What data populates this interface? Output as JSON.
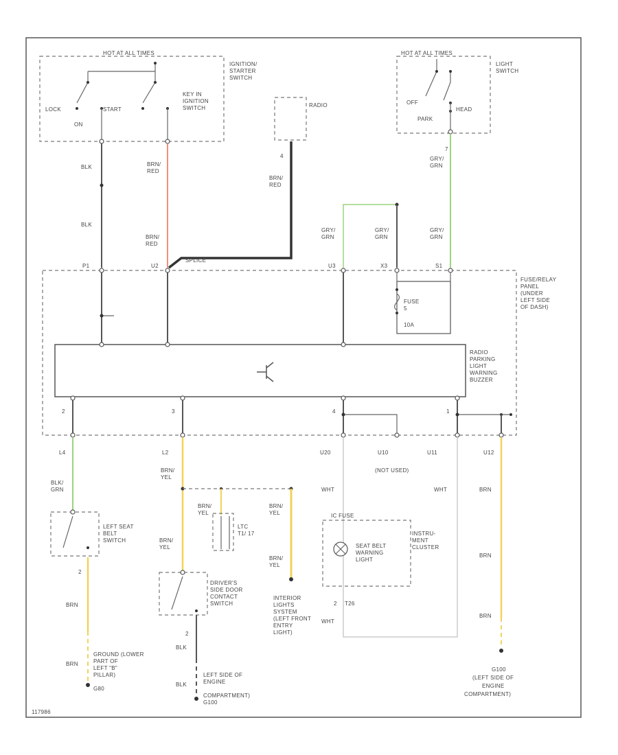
{
  "labels": {
    "hot_all_times_1": "HOT AT ALL TIMES",
    "ignition_switch": [
      "IGNITION/",
      "STARTER",
      "SWITCH"
    ],
    "lock": "LOCK",
    "on": "ON",
    "start": "START",
    "key_in_switch": [
      "KEY IN",
      "IGNITION",
      "SWITCH"
    ],
    "radio": "RADIO",
    "hot_all_times_2": "HOT AT ALL TIMES",
    "light_switch": [
      "LIGHT",
      "SWITCH"
    ],
    "off": "OFF",
    "park": "PARK",
    "head": "HEAD",
    "c_blk_1": "BLK",
    "c_blk_2": "BLK",
    "c_brn_red_1": [
      "BRN/",
      "RED"
    ],
    "c_brn_red_2": [
      "BRN/",
      "RED"
    ],
    "c_brn_red_3": [
      "BRN/",
      "RED"
    ],
    "c_gry_grn_1": [
      "GRY/",
      "GRN"
    ],
    "c_gry_grn_2": [
      "GRY/",
      "GRN"
    ],
    "c_gry_grn_3": [
      "GRY/",
      "GRN"
    ],
    "c_gry_grn_4": [
      "GRY/",
      "GRN"
    ],
    "splice": "SPLICE",
    "pin_p1": "P1",
    "pin_u2": "U2",
    "pin_u3": "U3",
    "pin_x": "X3",
    "pin_s": "S1",
    "pin_7": "7",
    "pin_4": "4",
    "fuse": [
      "FUSE",
      "5",
      "10A"
    ],
    "fuse_relay_panel": [
      "FUSE/RELAY",
      "PANEL",
      "(UNDER",
      "LEFT SIDE",
      "OF DASH)"
    ],
    "radio_buzzer": [
      "RADIO",
      "PARKING",
      "LIGHT",
      "WARNING",
      "BUZZER"
    ],
    "out_2": "2",
    "out_3": "3",
    "out_4": "4",
    "out_1": "1",
    "c_l4": "L4",
    "c_l2": "L2",
    "c_u20": "U20",
    "c_u10": "U10",
    "c_u11": "U11",
    "c_u12": "U12",
    "not_used": "(NOT USED)",
    "c_wht_1": "WHT",
    "c_wht_2": "WHT",
    "c_wht_3": "WHT",
    "c_blk_grn": [
      "BLK/",
      "GRN"
    ],
    "c_brn_yel_1": [
      "BRN/",
      "YEL"
    ],
    "c_brn_yel_2": [
      "BRN/",
      "YEL"
    ],
    "c_brn_yel_3": [
      "BRN/",
      "YEL"
    ],
    "c_brn_yel_4": [
      "BRN/",
      "YEL"
    ],
    "c_brn_yel_5": [
      "BRN/",
      "YEL"
    ],
    "c_brn_1": "BRN",
    "c_brn_2": "BRN",
    "c_brn_3": "BRN",
    "c_brn_4": "BRN",
    "c_brn_5": "BRN",
    "left_seat_belt": [
      "LEFT SEAT",
      "BELT",
      "SWITCH"
    ],
    "relay_ref": [
      "LTC",
      "T1/ 17"
    ],
    "ic_fuse": "IC FUSE",
    "instrument_cluster": [
      "INSTRU-",
      "MENT",
      "CLUSTER"
    ],
    "seat_belt_light": [
      "SEAT BELT",
      "WARNING",
      "LIGHT"
    ],
    "pin_2a": "2",
    "pin_2b": "2",
    "pin_2c": "2",
    "t26": "T26",
    "driver_door_switch": [
      "DRIVER'S",
      "SIDE DOOR",
      "CONTACT",
      "SWITCH"
    ],
    "interior_lights": [
      "INTERIOR",
      "LIGHTS",
      "SYSTEM",
      "(LEFT FRONT",
      "ENTRY",
      "LIGHT)"
    ],
    "ground_left_b": [
      "GROUND (LOWER",
      "PART OF",
      "LEFT \"B\"",
      "PILLAR)",
      "G80"
    ],
    "ground_engine_1": [
      "LEFT SIDE OF",
      "ENGINE",
      "COMPARTMENT)",
      "G100"
    ],
    "ground_engine_2": [
      "G100",
      "(LEFT SIDE OF",
      "ENGINE",
      "COMPARTMENT)"
    ],
    "footer": "117986"
  },
  "colors": {
    "red": "#f0907a",
    "green": "#9ad47f",
    "yellow": "#f2d25b",
    "black": "#333333",
    "frame": "#555555"
  }
}
